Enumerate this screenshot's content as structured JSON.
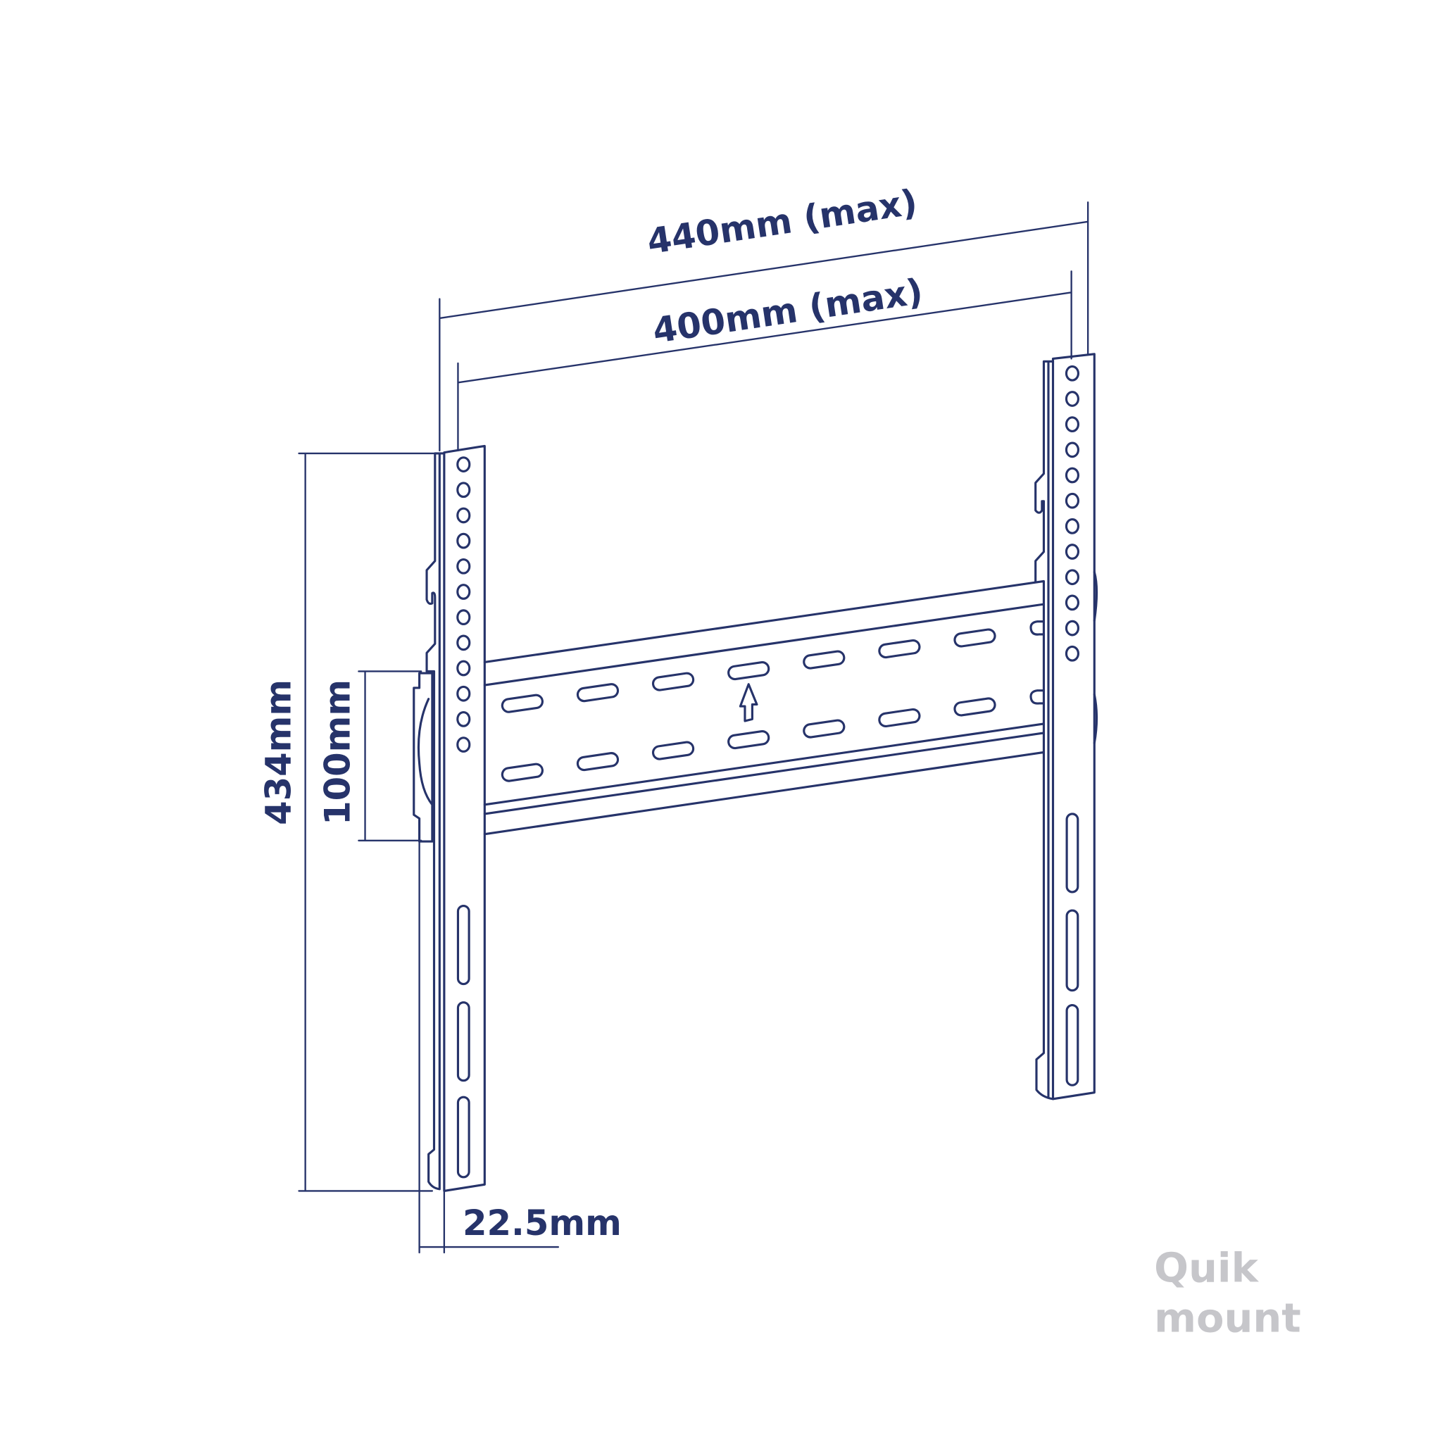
{
  "dimensions": {
    "width_outer": "440mm (max)",
    "width_inner": "400mm (max)",
    "height_total": "434mm",
    "height_spacing": "100mm",
    "depth": "22.5mm"
  },
  "logo": {
    "line1": "Quik",
    "line2": "mount"
  },
  "colors": {
    "line": "#26336a",
    "logo": "#c6c6ca"
  }
}
